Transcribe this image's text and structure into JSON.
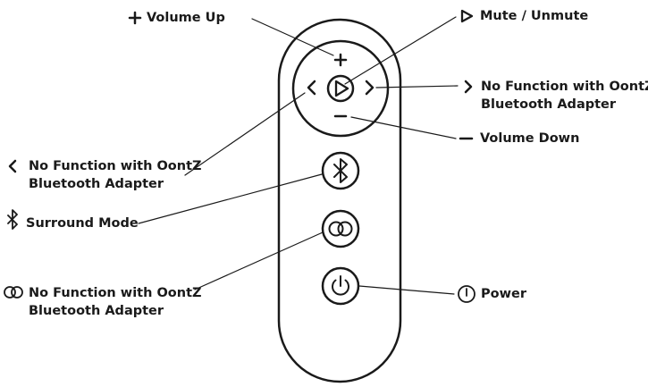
{
  "labels": {
    "volume_up": "Volume Up",
    "mute": "Mute / Unmute",
    "right_line1": "No Function with OontZ",
    "right_line2": "Bluetooth Adapter",
    "volume_down": "Volume Down",
    "left_line1": "No Function with OontZ",
    "left_line2": "Bluetooth Adapter",
    "surround": "Surround Mode",
    "link_line1": "No Function with OontZ",
    "link_line2": "Bluetooth Adapter",
    "power": "Power"
  },
  "colors": {
    "stroke": "#1a1a1a",
    "background": "#ffffff"
  },
  "icons": [
    "plus-icon",
    "play-triangle-icon",
    "chevron-right-icon",
    "minus-icon",
    "chevron-left-icon",
    "bluetooth-icon",
    "overlap-circles-icon",
    "power-icon"
  ]
}
